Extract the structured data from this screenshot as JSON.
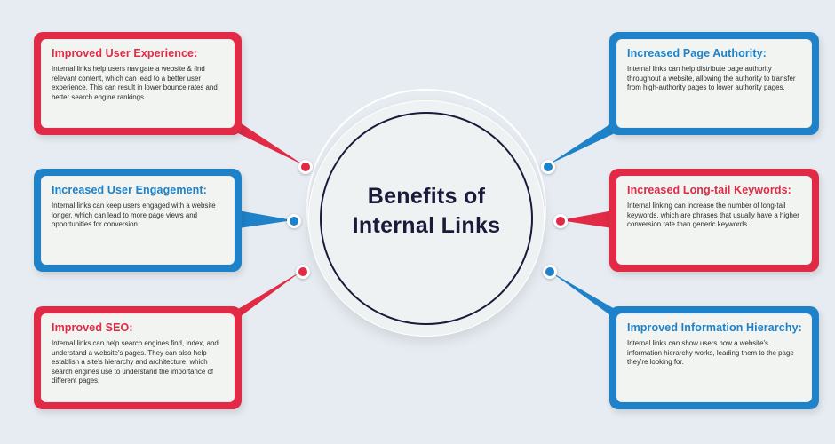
{
  "diagram": {
    "center": {
      "line1": "Benefits of",
      "line2": "Internal Links"
    },
    "benefits": [
      {
        "title": "Improved User Experience:",
        "text": "Internal links help users navigate a website & find relevant content, which can lead to a better user experience. This can result in lower bounce rates and better search engine rankings.",
        "color": "red"
      },
      {
        "title": "Increased User Engagement:",
        "text": "Internal links can keep users engaged with a website longer, which can lead to more page views and opportunities for conversion.",
        "color": "blue"
      },
      {
        "title": "Improved SEO:",
        "text": "Internal links can help search engines find, index, and understand a website's pages. They can also help establish a site's hierarchy and architecture, which search engines use to understand the importance of different pages.",
        "color": "red"
      },
      {
        "title": "Increased Page Authority:",
        "text": "Internal links can help distribute page authority throughout a website, allowing the authority to transfer from high-authority pages to lower authority pages.",
        "color": "blue"
      },
      {
        "title": "Increased Long-tail Keywords:",
        "text": "Internal linking can increase the number of long-tail keywords, which are phrases that usually have a higher conversion rate than generic keywords.",
        "color": "red"
      },
      {
        "title": "Improved Information Hierarchy:",
        "text": "Internal links can show users how a website's information hierarchy works, leading them to the page they're looking for.",
        "color": "blue"
      }
    ],
    "colors": {
      "red": "#e02a46",
      "blue": "#1f82c8",
      "navy": "#1c1a3a",
      "background": "#e6ecf1"
    }
  }
}
